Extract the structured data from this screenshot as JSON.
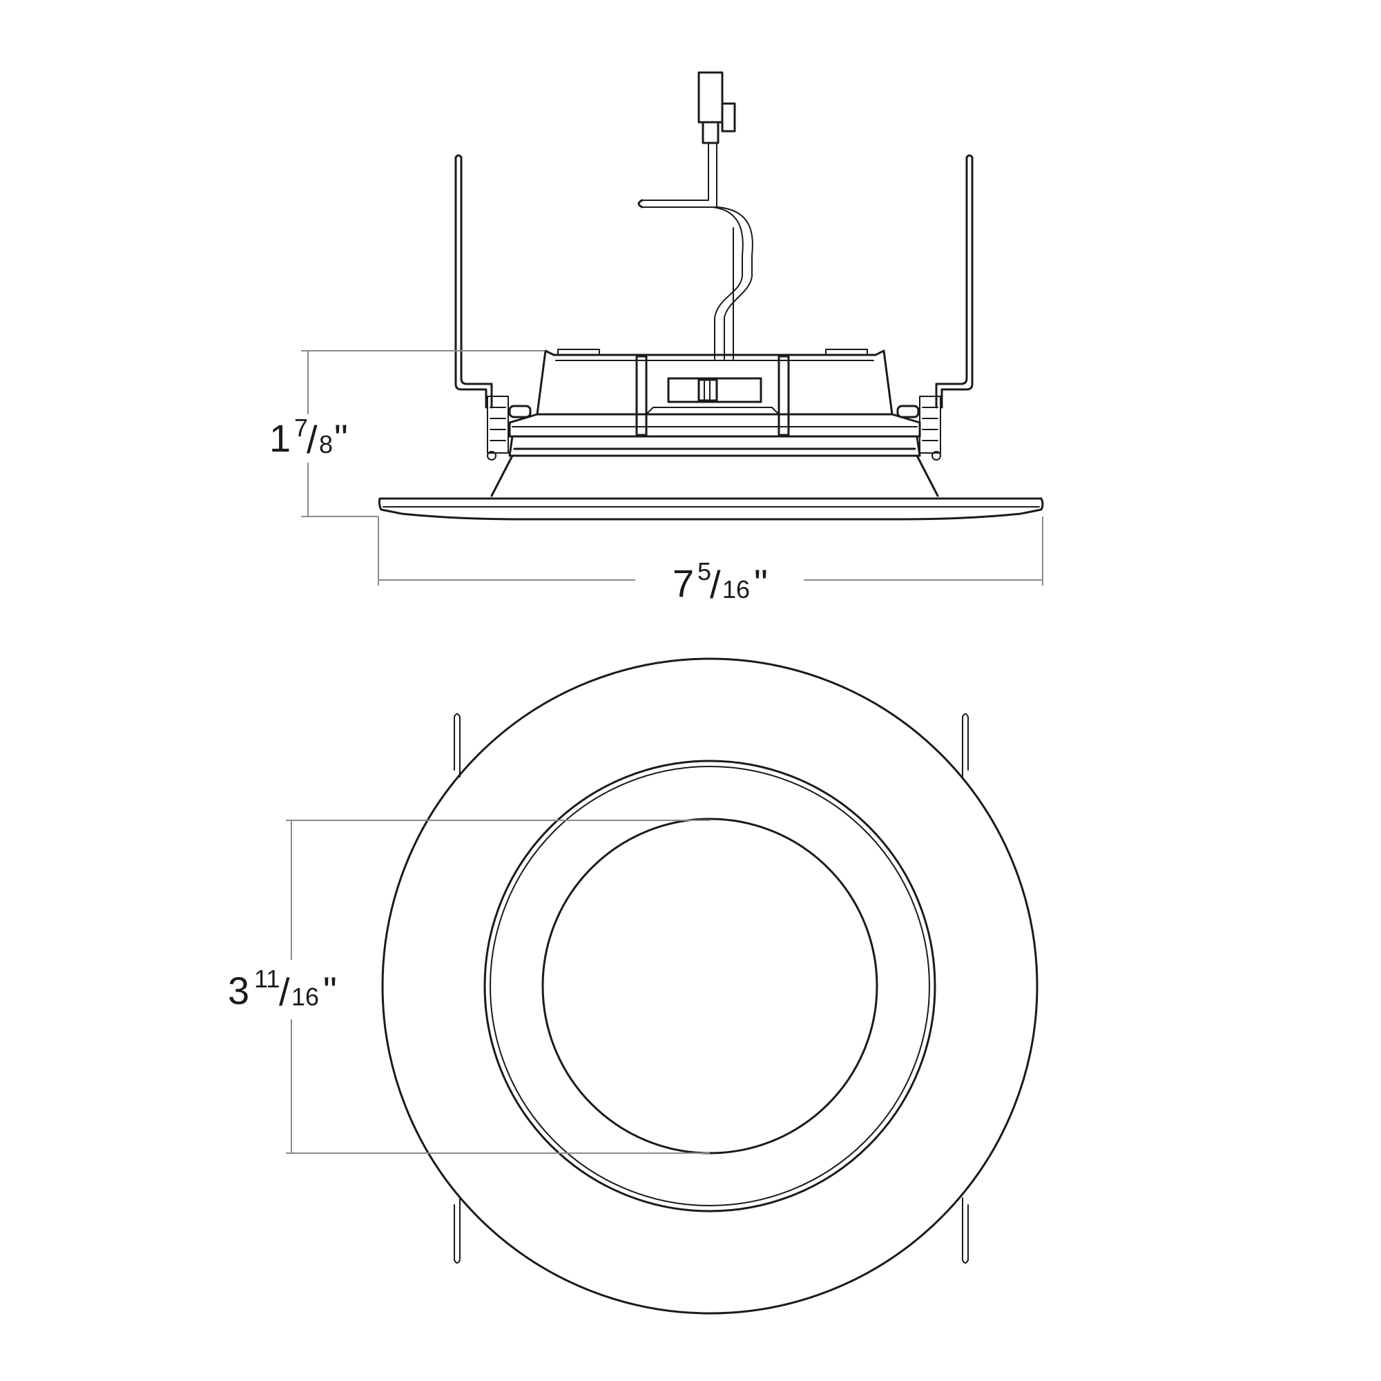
{
  "dimensions": {
    "height": {
      "whole": "1",
      "num": "7",
      "slash": "/",
      "den": "8",
      "unit": "\""
    },
    "width": {
      "whole": "7",
      "num": "5",
      "slash": "/",
      "den": "16",
      "unit": "\""
    },
    "aperture": {
      "whole": "3",
      "num": "11",
      "slash": "/",
      "den": "16",
      "unit": "\""
    }
  },
  "colors": {
    "line": "#1a1a1a",
    "dimension_line": "#8a8a8a",
    "background": "#ffffff"
  }
}
